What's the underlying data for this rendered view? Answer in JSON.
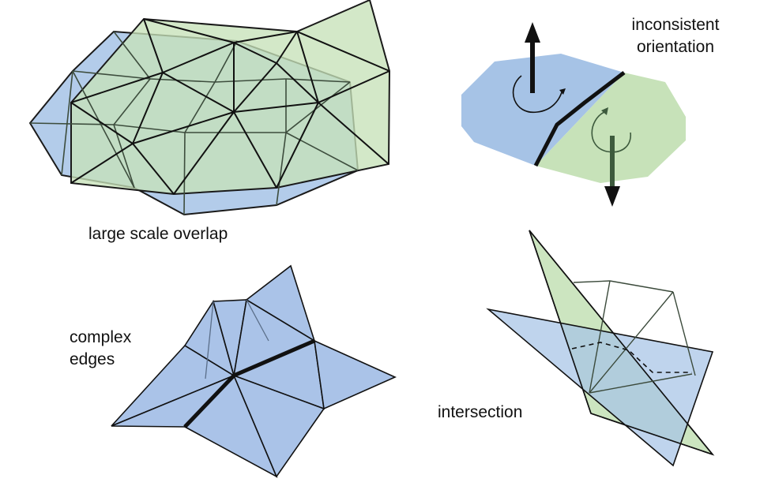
{
  "labels": {
    "large_scale_overlap": "large scale overlap",
    "inconsistent_orientation_line1": "inconsistent",
    "inconsistent_orientation_line2": "orientation",
    "complex_edges_line1": "complex",
    "complex_edges_line2": "edges",
    "intersection": "intersection"
  },
  "colors": {
    "blue_fill": "#a6c3e6",
    "green_fill": "#c7e2b9",
    "overlap_fill": "#a9cfb3",
    "edge_black": "#111111",
    "edge_dark_gray": "#3b4a3b",
    "arrow_dark_green": "#3d5a3d",
    "complex_blue": "#97b6e3"
  },
  "icons": [
    "up-arrow-icon",
    "down-arrow-icon",
    "counterclockwise-arrow-icon",
    "clockwise-arrow-icon"
  ]
}
